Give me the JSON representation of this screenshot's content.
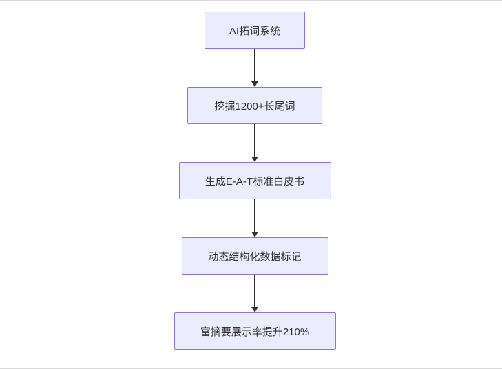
{
  "diagram": {
    "type": "flowchart",
    "direction": "top-down",
    "colors": {
      "node_fill": "#ececff",
      "node_border": "#9370db",
      "text": "#333333",
      "arrow": "#333333"
    },
    "nodes": [
      {
        "id": "n1",
        "label": "AI拓词系统"
      },
      {
        "id": "n2",
        "label": "挖掘1200+长尾词"
      },
      {
        "id": "n3",
        "label": "生成E-A-T标准白皮书"
      },
      {
        "id": "n4",
        "label": "动态结构化数据标记"
      },
      {
        "id": "n5",
        "label": "富摘要展示率提升210%"
      }
    ],
    "edges": [
      {
        "from": "n1",
        "to": "n2"
      },
      {
        "from": "n2",
        "to": "n3"
      },
      {
        "from": "n3",
        "to": "n4"
      },
      {
        "from": "n4",
        "to": "n5"
      }
    ]
  }
}
